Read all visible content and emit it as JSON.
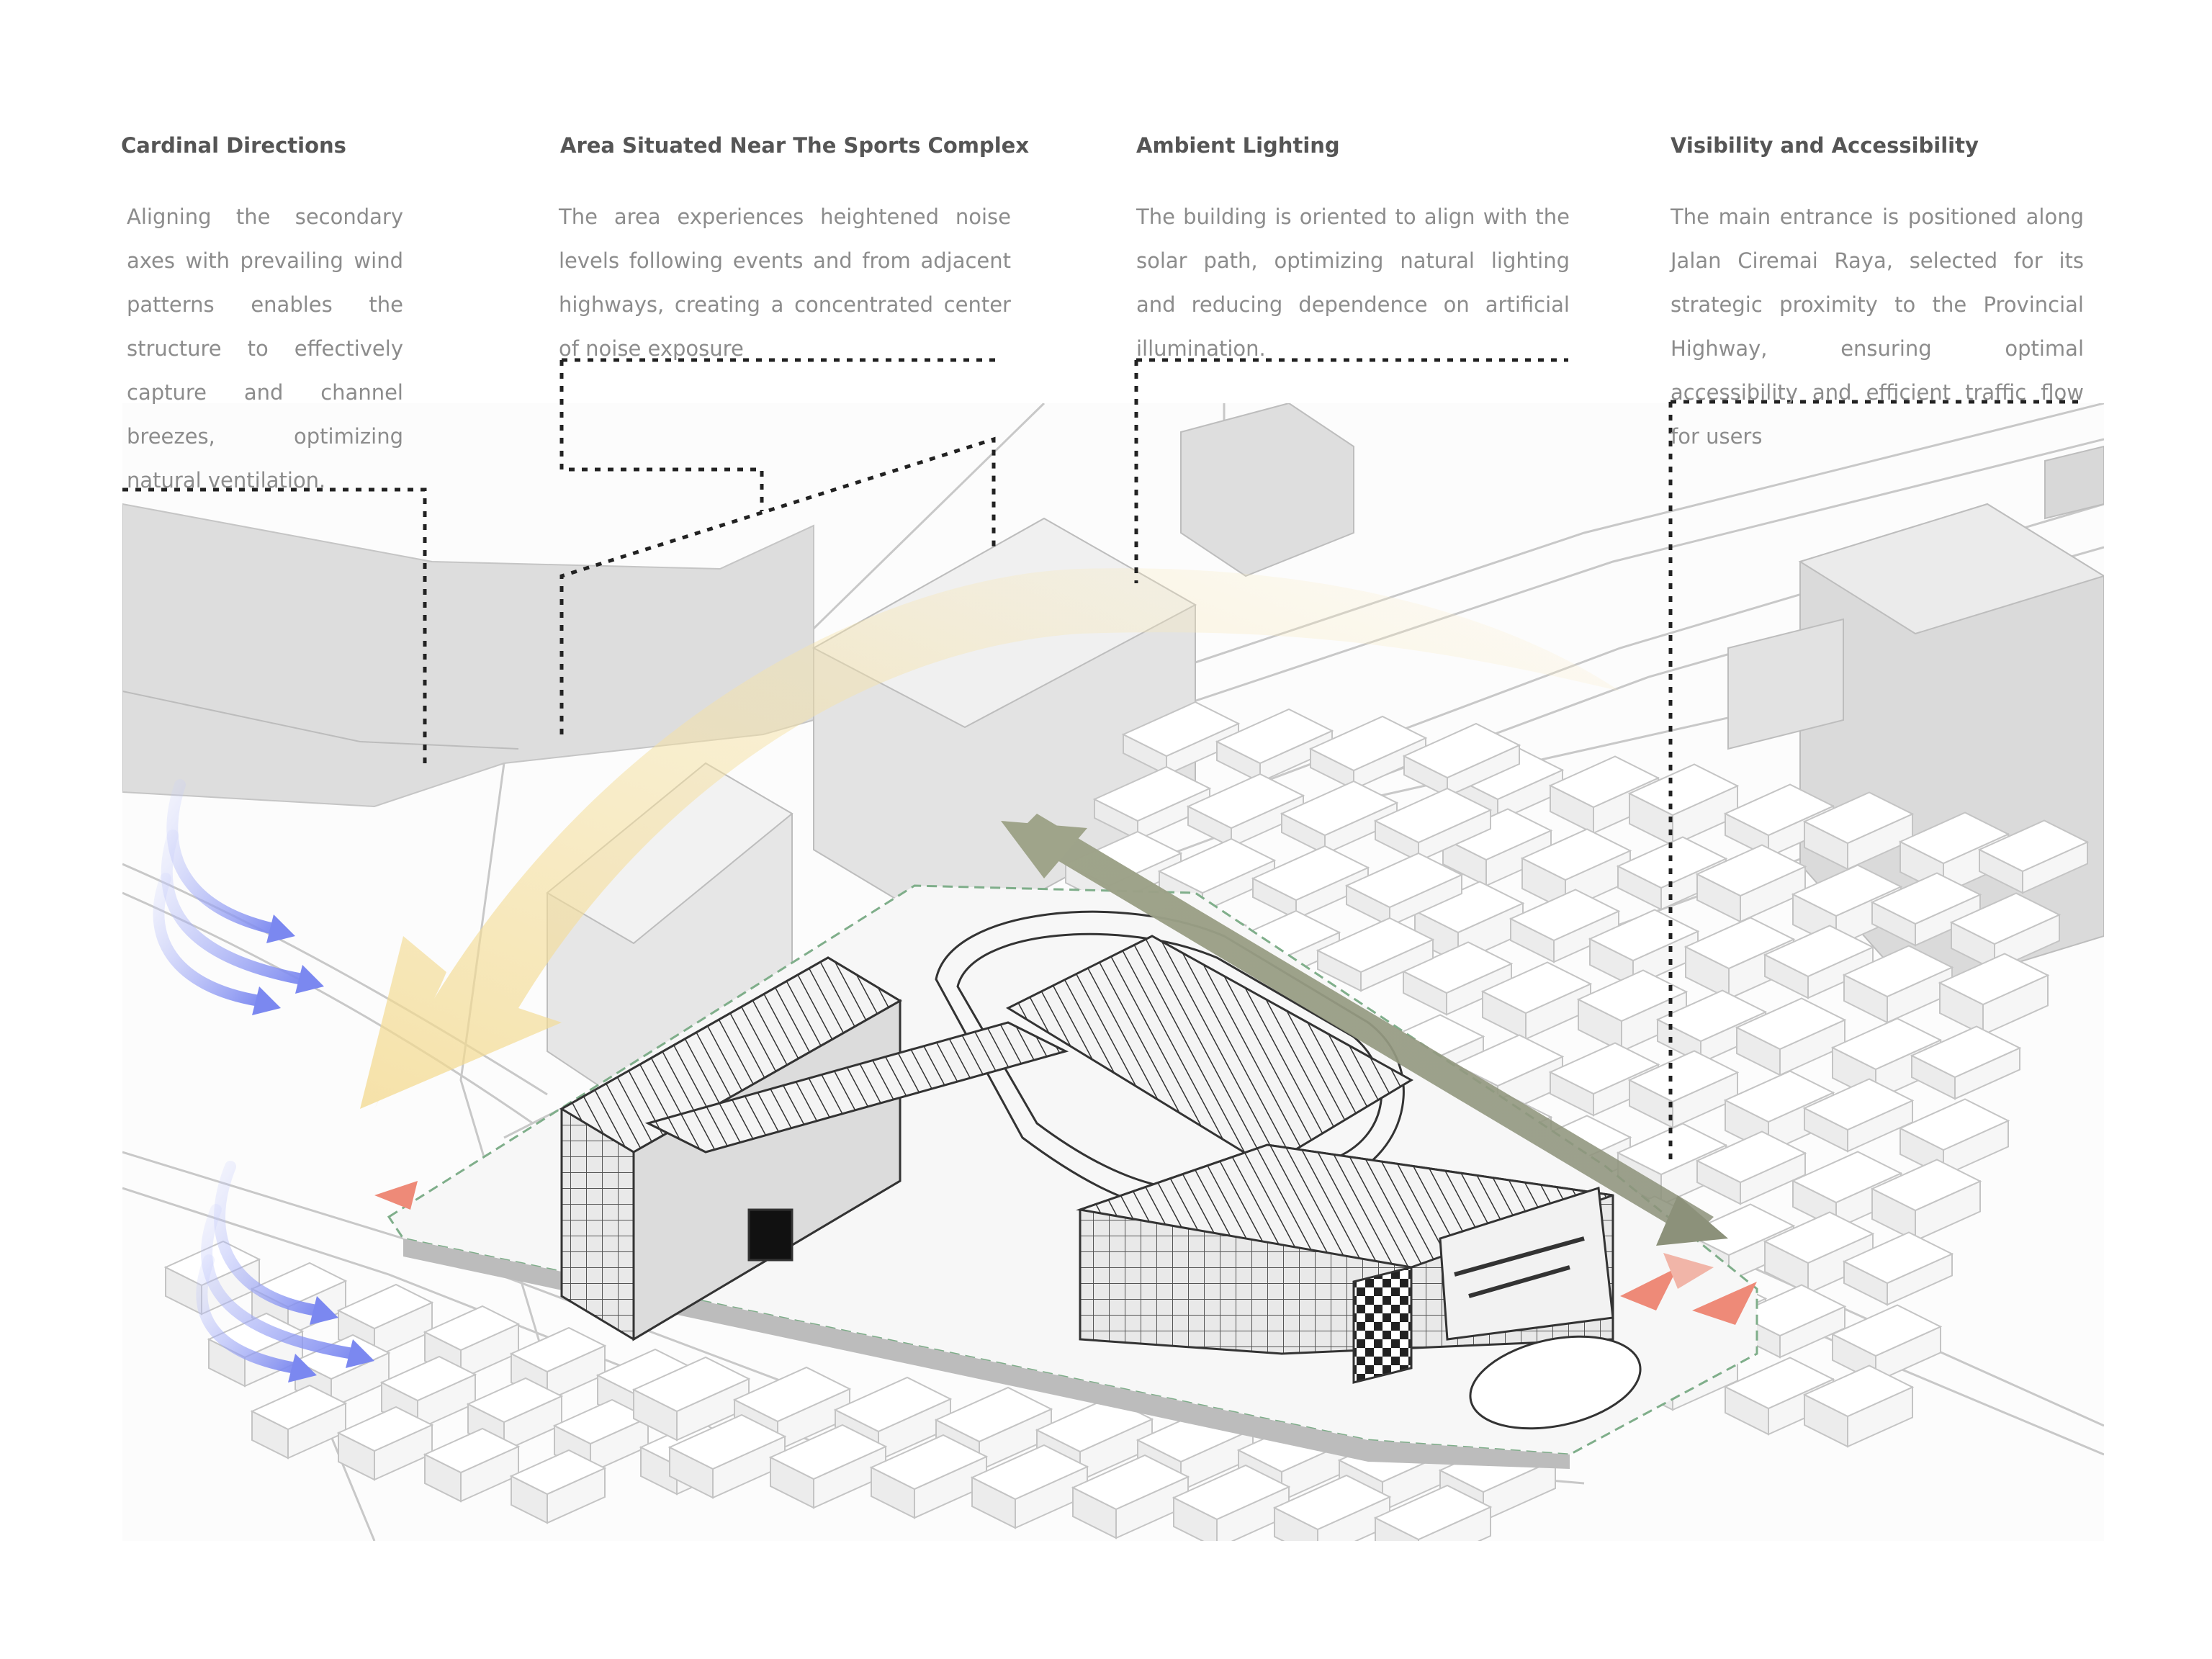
{
  "annotations": [
    {
      "title": "Cardinal Directions",
      "body": "Aligning the secondary axes with prevailing wind patterns enables the structure to effectively capture and channel breezes, optimizing natural ventilation."
    },
    {
      "title": "Area Situated Near The Sports Complex",
      "body": "The area experiences heightened noise levels following events and from adjacent highways, creating a concentrated center of noise exposure"
    },
    {
      "title": "Ambient Lighting",
      "body": "The building is oriented to align with the solar path, optimizing natural lighting and reducing dependence on artificial illumination."
    },
    {
      "title": "Visibility and Accessibility",
      "body": "The main entrance is positioned along Jalan Ciremai Raya, selected for its strategic proximity to the Provincial Highway, ensuring optimal accessibility and efficient traffic flow for users"
    }
  ],
  "colors": {
    "wind_arrow": "#7b88f0",
    "sun_arrow": "#f6e3a8",
    "access_arrow": "#a2a68c",
    "entrance_marker": "#ee8a78",
    "site_boundary": "#7fae8a",
    "massing_gray": "#dcdcdc",
    "building_white": "#fafafa",
    "leader_line": "#222222"
  }
}
